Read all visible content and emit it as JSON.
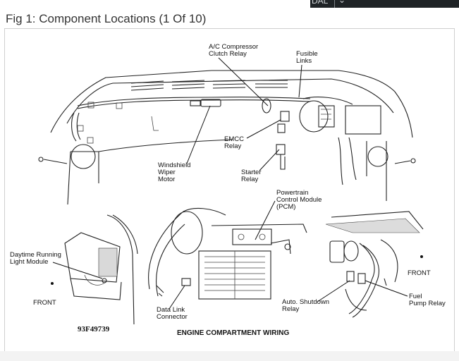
{
  "header": {
    "title": "Fig 1: Component Locations (1 Of 10)",
    "tab_text": "DAL",
    "tab_chevron": "⌄"
  },
  "diagram": {
    "labels": {
      "ac_relay_1": "A/C Compressor",
      "ac_relay_2": "Clutch Relay",
      "fusible_1": "Fusible",
      "fusible_2": "Links",
      "emcc_1": "EMCC",
      "emcc_2": "Relay",
      "wiper_1": "Windshield",
      "wiper_2": "Wiper",
      "wiper_3": "Motor",
      "starter_1": "Starter",
      "starter_2": "Relay",
      "pcm_1": "Powertrain",
      "pcm_2": "Control Module",
      "pcm_3": "(PCM)",
      "drl_1": "Daytime Running",
      "drl_2": "Light Module",
      "front_left": "FRONT",
      "front_right": "FRONT",
      "dlc_1": "Data Link",
      "dlc_2": "Connector",
      "asd_1": "Auto. Shutdown",
      "asd_2": "Relay",
      "fuel_1": "Fuel",
      "fuel_2": "Pump Relay",
      "figure_code": "93F49739",
      "caption": "ENGINE COMPARTMENT WIRING"
    }
  }
}
